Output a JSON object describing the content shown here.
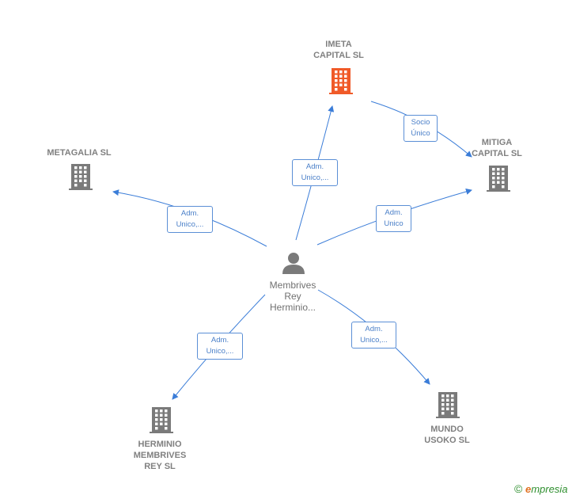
{
  "diagram": {
    "center": {
      "label": "Membrives\nRey\nHerminio..."
    },
    "companies": [
      {
        "id": "imeta",
        "label": "IMETA\nCAPITAL  SL",
        "highlight": true
      },
      {
        "id": "mitiga",
        "label": "MITIGA\nCAPITAL  SL",
        "highlight": false
      },
      {
        "id": "metagalia",
        "label": "METAGALIA  SL",
        "highlight": false
      },
      {
        "id": "herminio",
        "label": "HERMINIO\nMEMBRIVES\nREY SL",
        "highlight": false
      },
      {
        "id": "mundo",
        "label": "MUNDO\nUSOKO  SL",
        "highlight": false
      }
    ],
    "edges": [
      {
        "from": "center",
        "to": "imeta",
        "label": "Adm.\nUnico,..."
      },
      {
        "from": "center",
        "to": "mitiga",
        "label": "Adm.\nUnico"
      },
      {
        "from": "center",
        "to": "metagalia",
        "label": "Adm.\nUnico,..."
      },
      {
        "from": "center",
        "to": "herminio",
        "label": "Adm.\nUnico,..."
      },
      {
        "from": "center",
        "to": "mundo",
        "label": "Adm.\nUnico,..."
      },
      {
        "from": "imeta",
        "to": "mitiga",
        "label": "Socio\nÚnico"
      }
    ],
    "colors": {
      "edge": "#3b7dd8",
      "building": "#7a7a7a",
      "highlight": "#f05a28",
      "person": "#7a7a7a"
    }
  },
  "footer": {
    "copyright_symbol": "©",
    "brand_initial": "e",
    "brand_rest": "mpresia"
  }
}
